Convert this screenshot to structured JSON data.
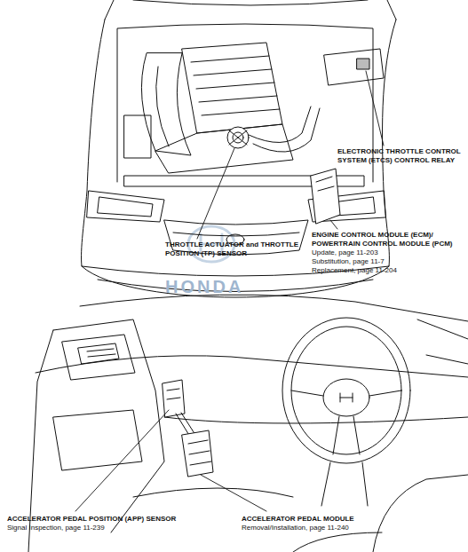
{
  "diagram": {
    "labels": [
      "ELECTRONIC THROTTLE CONTROL SYSTEM (ETCS) CONTROL RELAY",
      "THROTTLE ACTUATOR and THROTTLE POSITION (TP) SENSOR",
      "ENGINE CONTROL MODULE (ECM)/ POWERTRAIN CONTROL MODULE (PCM)",
      "Update, page 11-203",
      "Substitution, page 11-7",
      "Replacement, page 11-204",
      "ACCELERATOR PEDAL POSITION (APP) SENSOR",
      "Signal Inspection, page 11-239",
      "ACCELERATOR PEDAL MODULE",
      "Removal/Installation, page 11-240",
      "HONDA"
    ]
  }
}
